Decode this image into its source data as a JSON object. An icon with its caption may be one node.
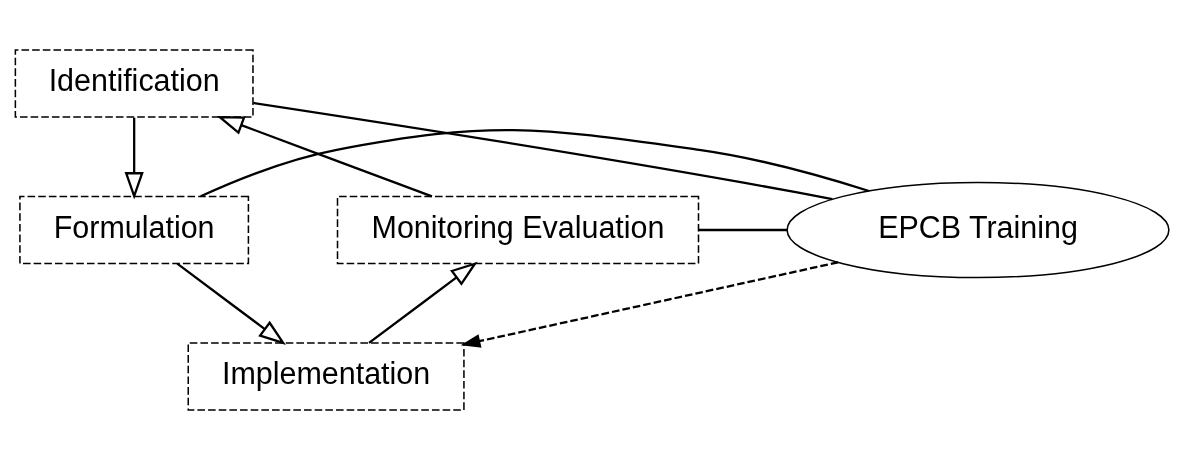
{
  "diagram": {
    "nodes": [
      {
        "text": [
          "Identification"
        ]
      },
      {
        "text": [
          "Formulation"
        ]
      },
      {
        "text": [
          "Implementation"
        ]
      },
      {
        "text": [
          "Monitoring Evaluation"
        ]
      },
      {
        "text": [
          "EPCB Training"
        ]
      }
    ],
    "edges": [
      {
        "from": 0,
        "to": 1,
        "arrow": "to"
      },
      {
        "from": 1,
        "to": 2,
        "arrow": "to"
      },
      {
        "from": 2,
        "to": 3,
        "arrow": "to"
      },
      {
        "from": 3,
        "to": 0,
        "arrow": "to"
      },
      {
        "from": 4,
        "to": 0,
        "arrow": "none"
      },
      {
        "from": 4,
        "to": 1,
        "arrow": "none"
      },
      {
        "from": 4,
        "to": 3,
        "arrow": "none"
      },
      {
        "from": 4,
        "to": 2,
        "arrow": "to",
        "style": "dashed"
      }
    ]
  }
}
